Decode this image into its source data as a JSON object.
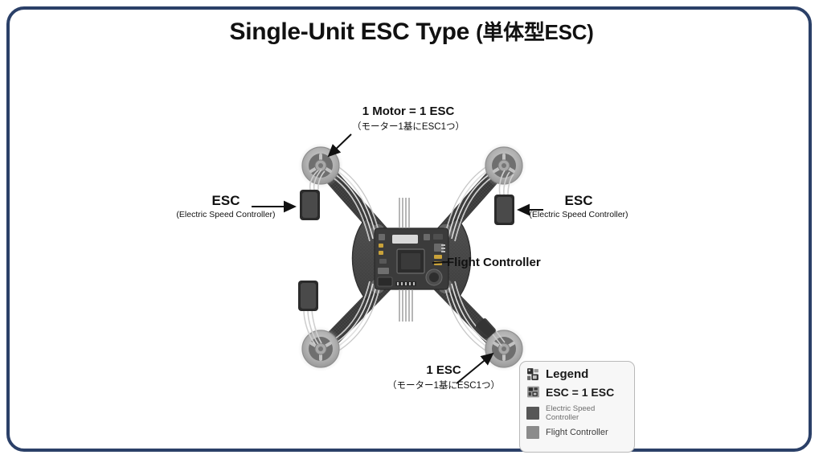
{
  "slide": {
    "background_color": "#ffffff",
    "frame_color": "#2b4068"
  },
  "title": {
    "english": "Single-Unit ESC Type ",
    "japanese": "(単体型ESC)"
  },
  "annotations": {
    "top": {
      "main": "1 Motor = 1 ESC",
      "sub": "（モーター1基にESC1つ）"
    },
    "bottom": {
      "main": "1 ESC",
      "sub": "（モーター1基にESC1つ）"
    },
    "esc_left": {
      "main": "ESC",
      "sub": "(Electric Speed Controller)"
    },
    "esc_right": {
      "main": "ESC",
      "sub": "(Electric Speed Controller)"
    },
    "flight_controller": {
      "main": "Flight Controller"
    }
  },
  "legend": {
    "title": "Legend",
    "esc_row": "ESC = 1 ESC",
    "swatches": [
      {
        "label": "Electric Speed Controller",
        "color": "#575757"
      },
      {
        "label": "Flight Controller",
        "color": "#8b8b8b"
      }
    ]
  },
  "diagram": {
    "type": "quadcopter-top-view",
    "body_color": "#4a4a4a",
    "arm_color": "#3f3f3f",
    "motor_color": "#b4b4b4",
    "esc_module_color": "#3a3a3a",
    "wire_color": "#dcdcdc",
    "motor_count": 4,
    "esc_count": 4
  }
}
